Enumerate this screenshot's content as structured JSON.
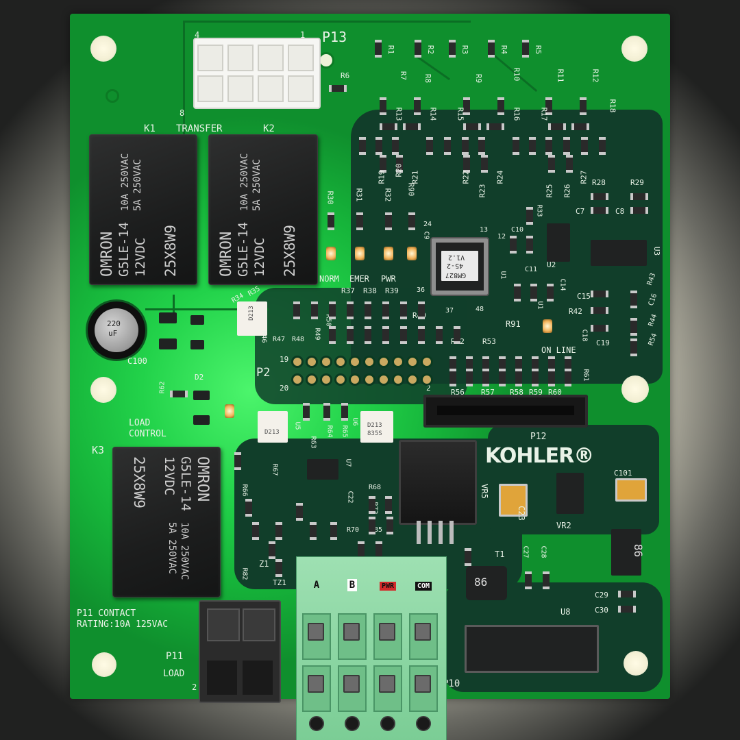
{
  "scene": {
    "colors": {
      "board": "#22d24a",
      "board_dark": "#113e2a",
      "silk": "#e9f2e7",
      "terminal": "#8fd8a6",
      "relay": "#1f2020"
    },
    "connector_top": {
      "ref": "P13",
      "label": "TRANSFER",
      "pin_left": "4",
      "pin_right": "1",
      "pin_bottom": "8"
    },
    "relays": [
      {
        "ref": "K1",
        "brand": "OMRON",
        "model": "G5LE-14",
        "coil": "12VDC",
        "rating1": "10A 250VAC",
        "rating2": "5A 250VAC",
        "lot": "25X8W9"
      },
      {
        "ref": "K2",
        "brand": "OMRON",
        "model": "G5LE-14",
        "coil": "12VDC",
        "rating1": "10A 250VAC",
        "rating2": "5A 250VAC",
        "lot": "25X8W9"
      },
      {
        "ref": "K3",
        "brand": "OMRON",
        "model": "G5LE-14",
        "coil": "12VDC",
        "rating1": "10A 250VAC",
        "rating2": "5A 250VAC",
        "lot": "25X8W9"
      }
    ],
    "capacitor": {
      "ref": "C100",
      "text1": "220",
      "text2": "uF"
    },
    "resistors_top": [
      "R1",
      "R2",
      "R3",
      "R4",
      "R5",
      "R6",
      "R7",
      "R8",
      "R9",
      "R10",
      "R11",
      "R12"
    ],
    "resistors_row2": [
      "R13",
      "R14",
      "R15",
      "R16",
      "R17",
      "R18"
    ],
    "resistors_row3": [
      "R19",
      "R20",
      "R21",
      "R22",
      "R23",
      "R24",
      "R25",
      "R26",
      "R27"
    ],
    "mcu": {
      "ref": "U1",
      "line1": "GM827",
      "line2": "45-2",
      "line3": "V1.2",
      "pin_a": "24",
      "pin_b": "13",
      "pin_c": "12",
      "pin_d": "36",
      "pin_e": "37",
      "pin_f": "48"
    },
    "leds": {
      "labels": [
        "NORM",
        "EMER",
        "PWR"
      ],
      "refs": [
        "R37",
        "R38",
        "R39"
      ],
      "online": "ON LINE"
    },
    "header": {
      "ref": "P2",
      "pin_a": "19",
      "pin_b": "20",
      "pin_c": "2"
    },
    "misc_labels": {
      "r28": "R28",
      "r29": "R29",
      "c7": "C7",
      "c8": "C8",
      "r33": "R33",
      "c10": "C10",
      "c11": "C11",
      "u2": "U2",
      "u3": "U3",
      "c15": "C15",
      "r42": "R42",
      "c14": "C14",
      "r43": "R43",
      "c16": "C16",
      "r44": "R44",
      "r54": "R54",
      "c18": "C18",
      "c19": "C19",
      "r91": "R91",
      "r52": "R52",
      "r53": "R53",
      "r56": "R56",
      "r57": "R57",
      "r58": "R58",
      "r59": "R59",
      "r60": "R60",
      "r61": "R61",
      "p12": "P12",
      "r30": "R30",
      "r31": "R31",
      "r32": "R32",
      "r90": "R90",
      "c9": "C9",
      "r40": "R40",
      "r50": "R50",
      "r49": "R49",
      "r48": "R48",
      "r47": "R47",
      "r46": "R46",
      "r34": "R34",
      "r35": "R35",
      "d2": "D2",
      "r62": "R62",
      "c23": "C23",
      "vr2": "VR2",
      "c101": "C101",
      "vr5": "VR5",
      "t1": "T1",
      "c27": "C27",
      "c28": "C28",
      "c29": "C29",
      "c30": "C30",
      "u8": "U8",
      "p10": "P10",
      "z1": "Z1",
      "tz1": "TZ1",
      "r82": "R82",
      "r66": "R66",
      "r67": "R67",
      "r68": "R68",
      "r70": "R70",
      "r72": "R72",
      "r85": "R85",
      "r63": "R63",
      "r64": "R64",
      "r65": "R65",
      "c22": "C22",
      "u7": "U7",
      "u6": "U6",
      "u5": "U5",
      "u1b": "U1"
    },
    "load_control": [
      "LOAD",
      "CONTROL"
    ],
    "brand": "KOHLER®",
    "rating_text": [
      "P11 CONTACT",
      "RATING:10A  125VAC"
    ],
    "p11": {
      "ref": "P11",
      "label": "LOAD",
      "pin": "2"
    },
    "terminal_labels": [
      "A",
      "B",
      "PWR",
      "COM"
    ],
    "ic_marks": [
      "D213",
      "835S"
    ],
    "inductor_text": "86"
  }
}
